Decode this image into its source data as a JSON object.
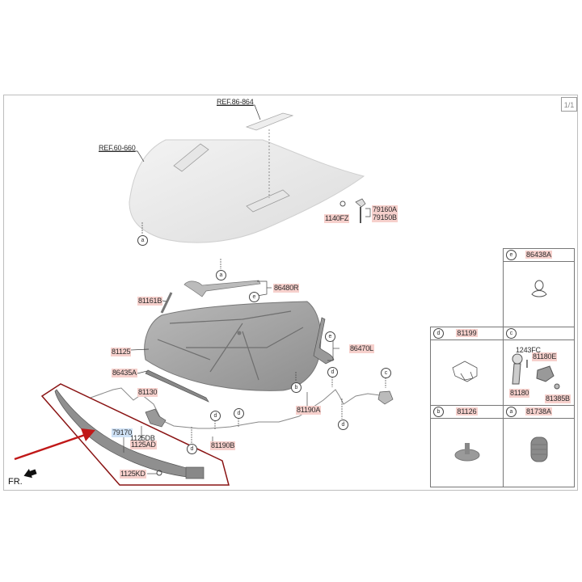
{
  "page": {
    "indicator": "1/1"
  },
  "refs": [
    {
      "id": "ref-86-864",
      "text": "REF.86-864"
    },
    {
      "id": "ref-60-660",
      "text": "REF.60-660"
    }
  ],
  "parts": {
    "p1140FZ": "1140FZ",
    "p79160A": "79160A",
    "p79150B": "79150B",
    "p86480R": "86480R",
    "p81161B": "81161B",
    "p81125": "81125",
    "p86470L": "86470L",
    "p86435A": "86435A",
    "p81130": "81130",
    "p81190A": "81190A",
    "p79170": "79170",
    "p1125DB": "1125DB",
    "p1125AD": "1125AD",
    "p81190B": "81190B",
    "p1125KD": "1125KD"
  },
  "callouts": {
    "a": "a",
    "b": "b",
    "c": "c",
    "d": "d",
    "e": "e"
  },
  "direction_label": "FR.",
  "detail_boxes": [
    {
      "key": "e",
      "title": "86438A"
    },
    {
      "key": "d",
      "title": "81199"
    },
    {
      "key": "c",
      "title": "",
      "parts": [
        "1243FC",
        "81180E",
        "81180",
        "81385B"
      ]
    },
    {
      "key": "b",
      "title": "81126"
    },
    {
      "key": "a",
      "title": "81738A"
    }
  ],
  "colors": {
    "part_highlight": "#f6d0cc",
    "selected_highlight": "#cfe2f6",
    "annotation_red": "#b51c1c",
    "frame_border": "#bdbdbd"
  }
}
